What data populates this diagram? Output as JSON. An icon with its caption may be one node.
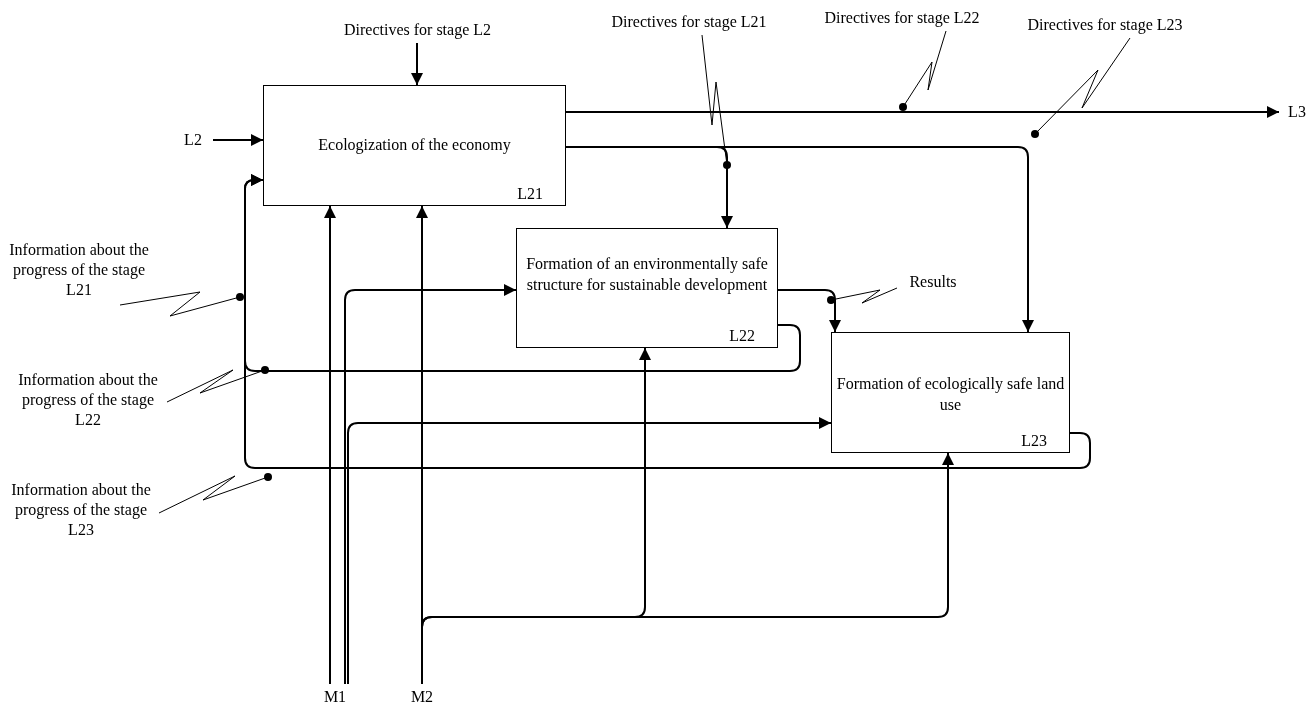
{
  "diagram": {
    "nodes": [
      {
        "text": [
          "Directives for stage L2"
        ]
      },
      {
        "text": [
          "L2"
        ]
      },
      {
        "text": [
          "Ecologization of the economy",
          "L21"
        ]
      },
      {
        "text": [
          "Formation of an environmentally safe structure for sustainable development",
          "L22"
        ]
      },
      {
        "text": [
          "Formation of ecologically safe land use",
          "L23"
        ]
      },
      {
        "text": [
          "L3"
        ]
      },
      {
        "text": [
          "M1"
        ]
      },
      {
        "text": [
          "M2"
        ]
      },
      {
        "text": [
          "Directives for stage L21"
        ]
      },
      {
        "text": [
          "Directives for stage L22"
        ]
      },
      {
        "text": [
          "Directives for stage L23"
        ]
      },
      {
        "text": [
          "Information about the progress of the stage L21"
        ]
      },
      {
        "text": [
          "Information about the progress of the stage L22"
        ]
      },
      {
        "text": [
          "Information about the progress of the stage L23"
        ]
      },
      {
        "text": [
          "Results"
        ]
      }
    ],
    "edges": [
      {
        "from": 0,
        "to": 2,
        "arrow": "to"
      },
      {
        "from": 1,
        "to": 2,
        "arrow": "to"
      },
      {
        "from": 2,
        "to": 5,
        "arrow": "to"
      },
      {
        "from": 2,
        "to": 3,
        "arrow": "to"
      },
      {
        "from": 2,
        "to": 4,
        "arrow": "to"
      },
      {
        "from": 3,
        "to": 4,
        "arrow": "to"
      },
      {
        "from": 3,
        "to": 2,
        "arrow": "to"
      },
      {
        "from": 4,
        "to": 2,
        "arrow": "to"
      },
      {
        "from": 6,
        "to": 2,
        "arrow": "to"
      },
      {
        "from": 6,
        "to": 3,
        "arrow": "to"
      },
      {
        "from": 6,
        "to": 4,
        "arrow": "to"
      },
      {
        "from": 7,
        "to": 2,
        "arrow": "to"
      },
      {
        "from": 7,
        "to": 3,
        "arrow": "to"
      },
      {
        "from": 7,
        "to": 4,
        "arrow": "to"
      },
      {
        "from": 8,
        "to": null,
        "arrow": "other"
      },
      {
        "from": 9,
        "to": null,
        "arrow": "other"
      },
      {
        "from": 10,
        "to": null,
        "arrow": "other"
      },
      {
        "from": 11,
        "to": null,
        "arrow": "other"
      },
      {
        "from": 12,
        "to": null,
        "arrow": "other"
      },
      {
        "from": 13,
        "to": null,
        "arrow": "other"
      },
      {
        "from": 14,
        "to": null,
        "arrow": "other"
      }
    ]
  }
}
